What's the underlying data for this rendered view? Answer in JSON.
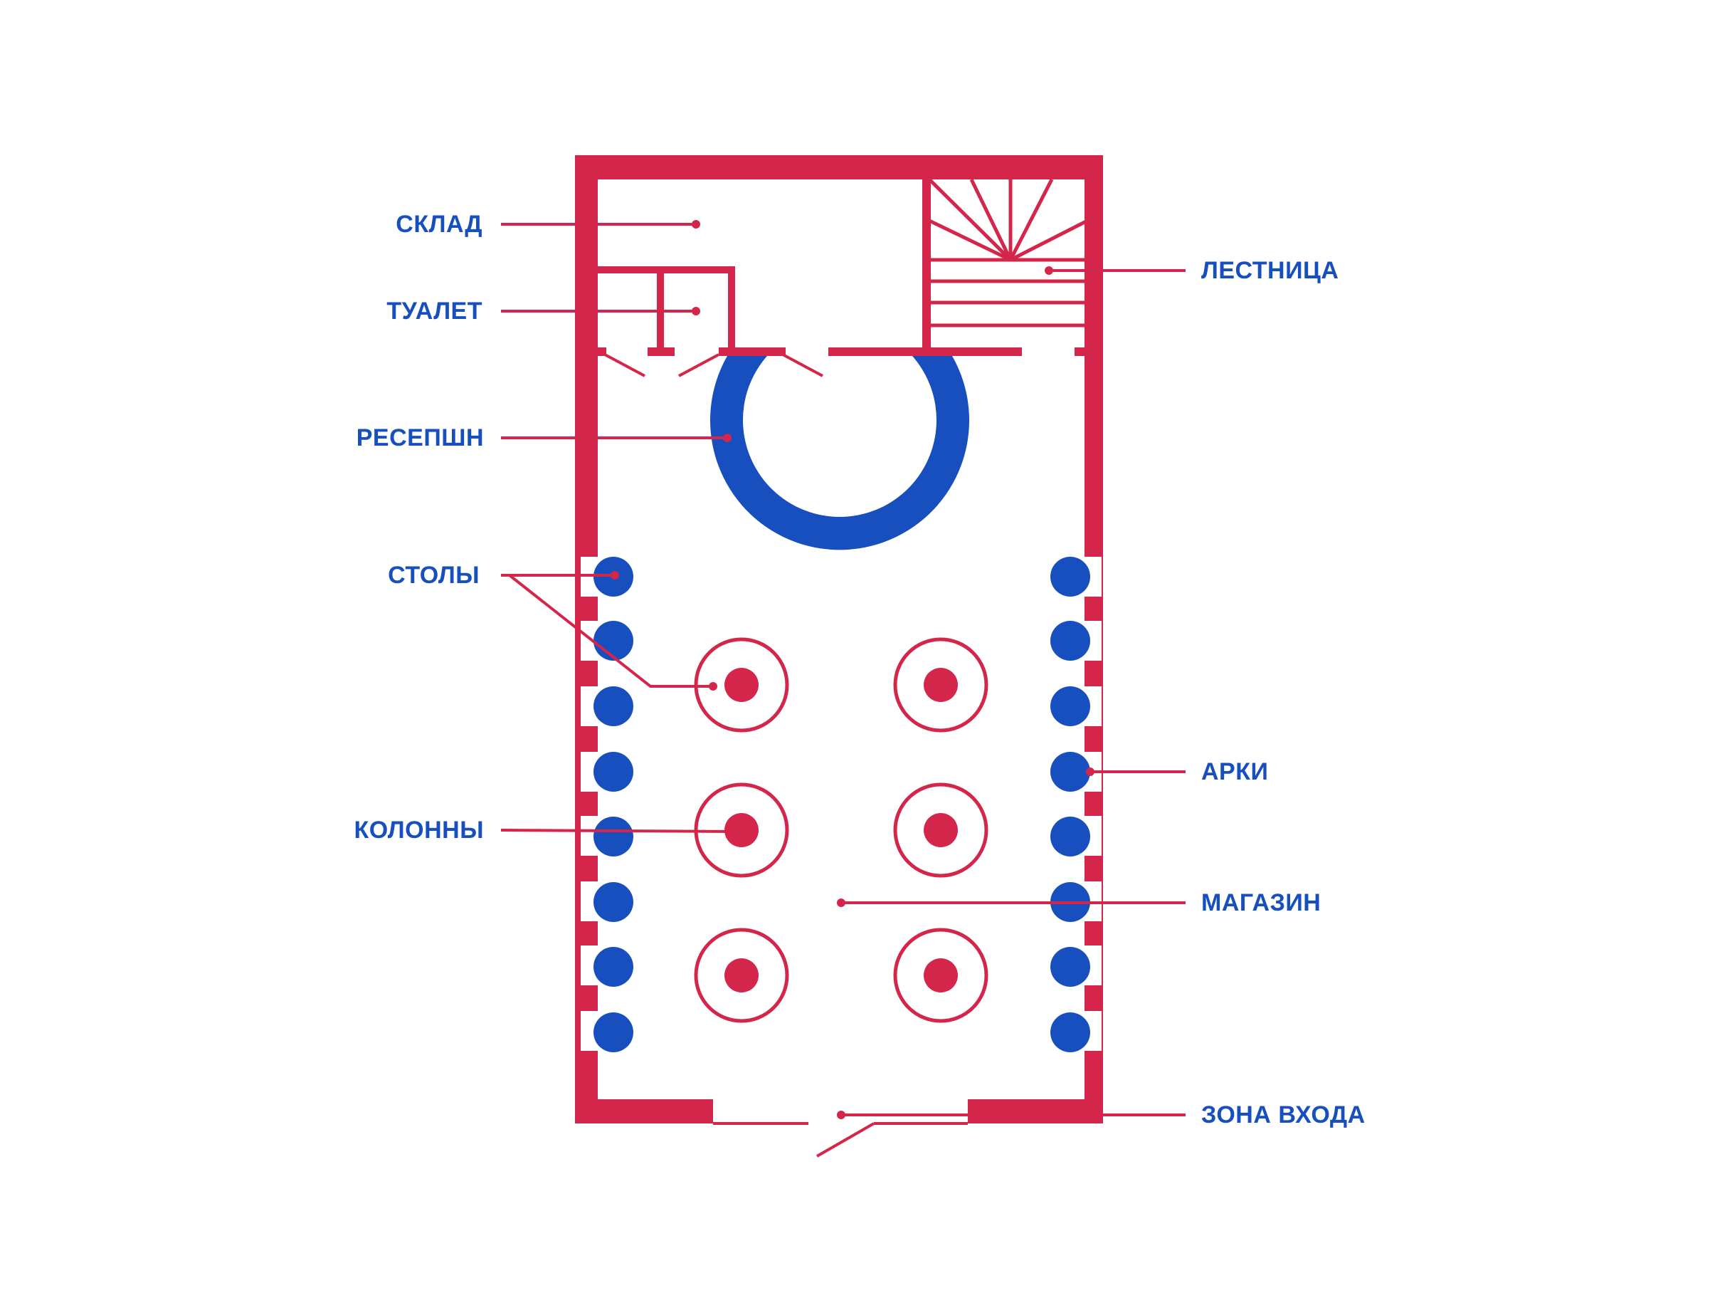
{
  "colors": {
    "wall": "#d4264a",
    "accent": "#174fbf",
    "background": "#ffffff"
  },
  "labels": {
    "storage": "СКЛАД",
    "toilet": "ТУАЛЕТ",
    "reception": "РЕСЕПШН",
    "tables": "СТОЛЫ",
    "columns": "КОЛОННЫ",
    "stairs": "ЛЕСТНИЦА",
    "arches": "АРКИ",
    "shop": "МАГАЗИН",
    "entrance": "ЗОНА ВХОДА"
  }
}
